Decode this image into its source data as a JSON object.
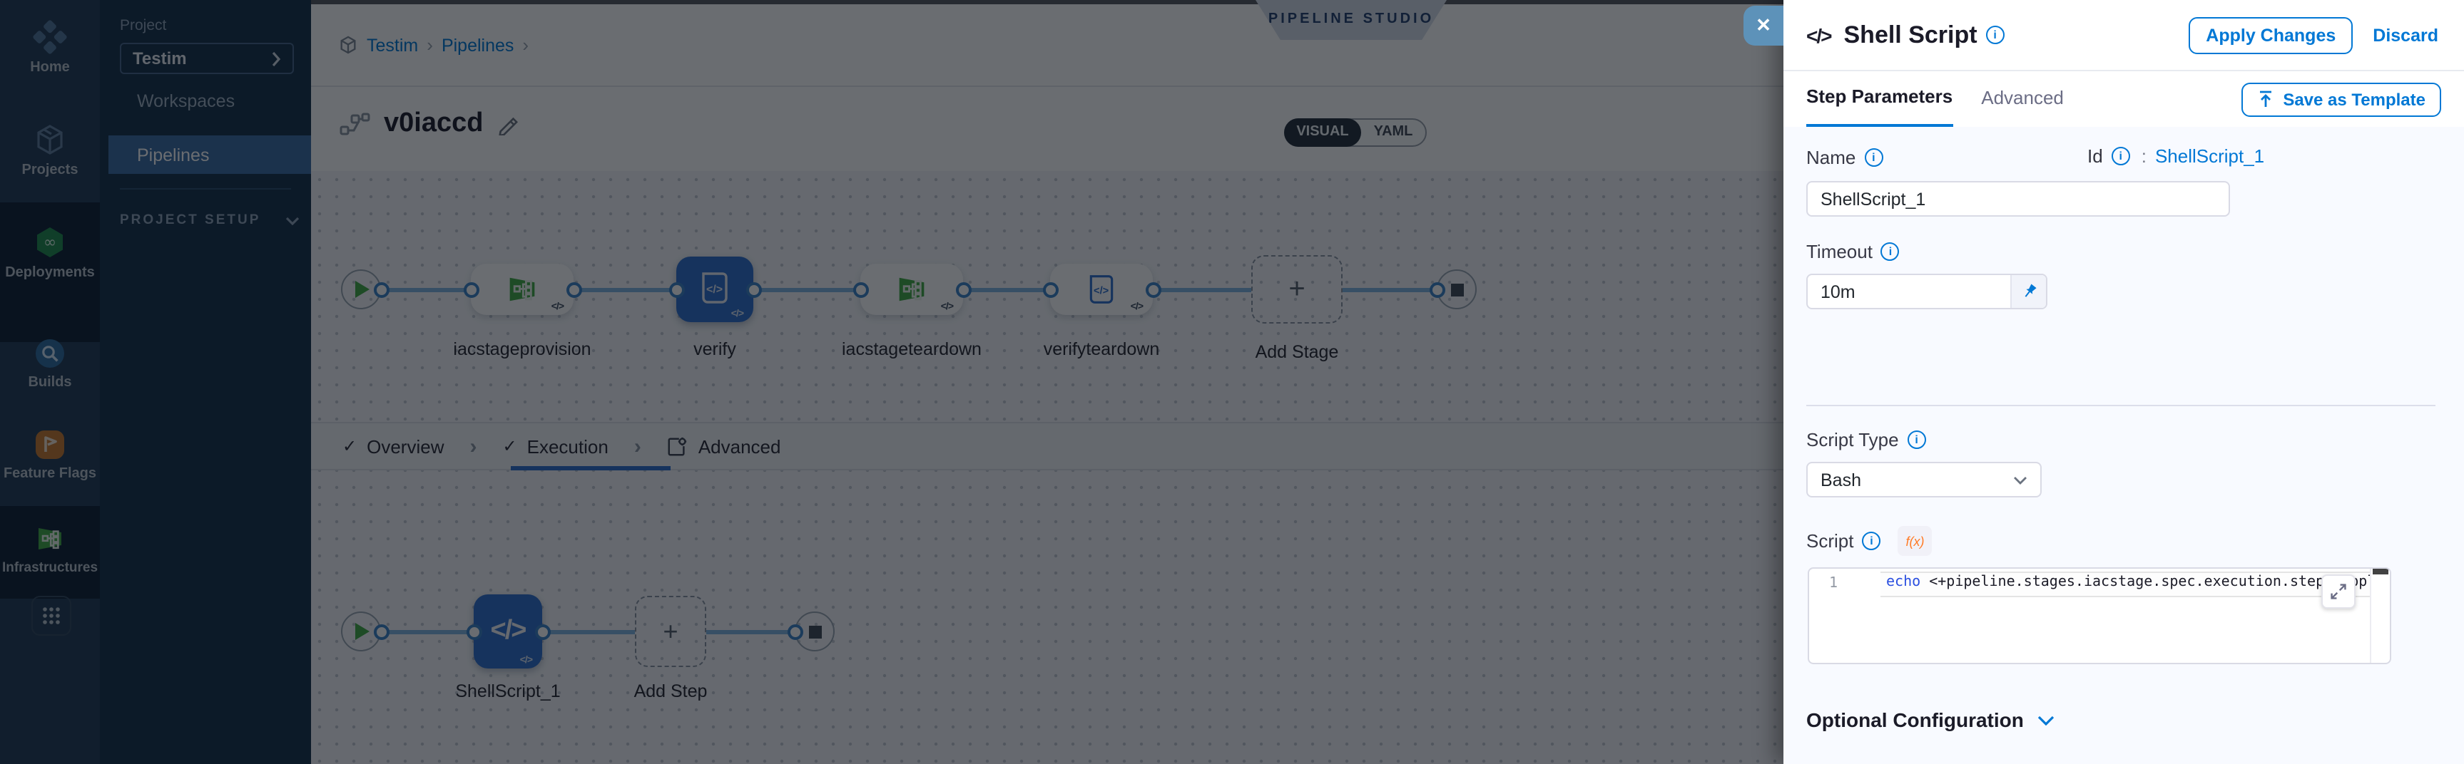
{
  "colors": {
    "accent": "#0278d5",
    "node_selected_blue": "#2f6fcc",
    "stage_icon_green": "#42ab45",
    "keyword_blue": "#2b4fe0",
    "feature_flag_orange": "#c9792f"
  },
  "sidebar": {
    "items": [
      {
        "label": "Home"
      },
      {
        "label": "Projects"
      },
      {
        "label": "Deployments"
      },
      {
        "label": "Builds"
      },
      {
        "label": "Feature Flags"
      },
      {
        "label": "Infrastructures"
      }
    ]
  },
  "project_panel": {
    "section_label": "Project",
    "project_name": "Testim",
    "workspaces_label": "Workspaces",
    "pipelines_label": "Pipelines",
    "setup_label": "PROJECT SETUP"
  },
  "canvas": {
    "breadcrumb": {
      "first": "Testim",
      "second": "Pipelines"
    },
    "studio_badge": "PIPELINE STUDIO",
    "pipeline_name": "v0iaccd",
    "toggle": {
      "visual": "VISUAL",
      "yaml": "YAML",
      "selected": "VISUAL"
    },
    "stages": {
      "s1": "iacstageprovision",
      "s2": "verify",
      "s3": "iacstageteardown",
      "s4": "verifyteardown",
      "add": "Add Stage"
    },
    "tabs": {
      "overview": "Overview",
      "execution": "Execution",
      "advanced": "Advanced"
    },
    "steps": {
      "s1": "ShellScript_1",
      "add": "Add Step"
    }
  },
  "drawer": {
    "close_label": "✕",
    "title": "Shell Script",
    "title_icon": "</>",
    "apply_label": "Apply Changes",
    "discard_label": "Discard",
    "tab_step_parameters": "Step Parameters",
    "tab_advanced": "Advanced",
    "save_template_label": "Save as Template",
    "name_label": "Name",
    "name_value": "ShellScript_1",
    "id_label": "Id",
    "id_separator": ":",
    "id_value": "ShellScript_1",
    "timeout_label": "Timeout",
    "timeout_value": "10m",
    "script_type_label": "Script Type",
    "script_type_value": "Bash",
    "script_label": "Script",
    "fx_badge": "f(x)",
    "editor": {
      "line_number": "1",
      "keyword": "echo",
      "code": " <+pipeline.stages.iacstage.spec.execution.steps.applyiacstage"
    },
    "optional_label": "Optional Configuration"
  }
}
